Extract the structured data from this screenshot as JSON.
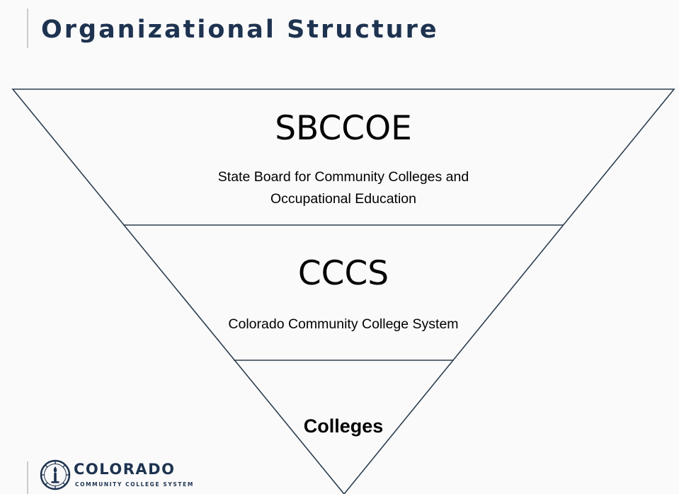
{
  "header": {
    "title": "Organizational Structure"
  },
  "pyramid": {
    "tiers": [
      {
        "acronym": "SBCCOE",
        "description_line1": "State Board for Community Colleges and",
        "description_line2": "Occupational Education"
      },
      {
        "acronym": "CCCS",
        "description_line1": "Colorado Community College System"
      },
      {
        "label": "Colleges"
      }
    ],
    "line_color": "#2d3e50"
  },
  "footer": {
    "logo_name": "COLORADO",
    "logo_subtitle": "COMMUNITY COLLEGE SYSTEM",
    "logo_icon": "college-seal-icon"
  },
  "colors": {
    "brand_navy": "#1e3350",
    "background": "#fafafa"
  }
}
